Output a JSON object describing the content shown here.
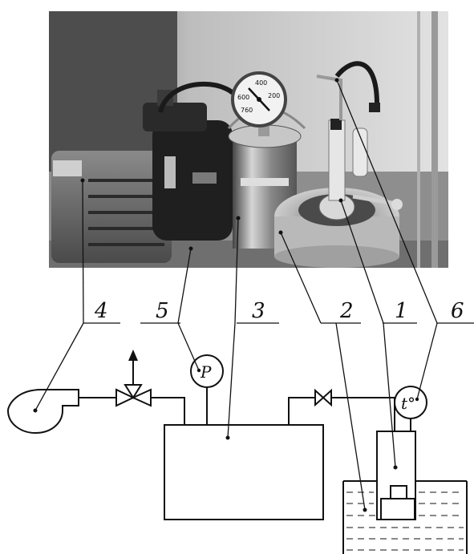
{
  "labels": {
    "l4": "4",
    "l5": "5",
    "l3": "3",
    "l2": "2",
    "l1": "1",
    "l6": "6"
  },
  "gauges": {
    "pressure": "P",
    "temperature": "t°"
  },
  "dial": {
    "t400": "400",
    "t200": "200",
    "t600": "600",
    "t760": "760"
  },
  "colors": {
    "line": "#111111",
    "photo_dark": "#3a3a3a",
    "photo_light": "#cfcfcf"
  }
}
